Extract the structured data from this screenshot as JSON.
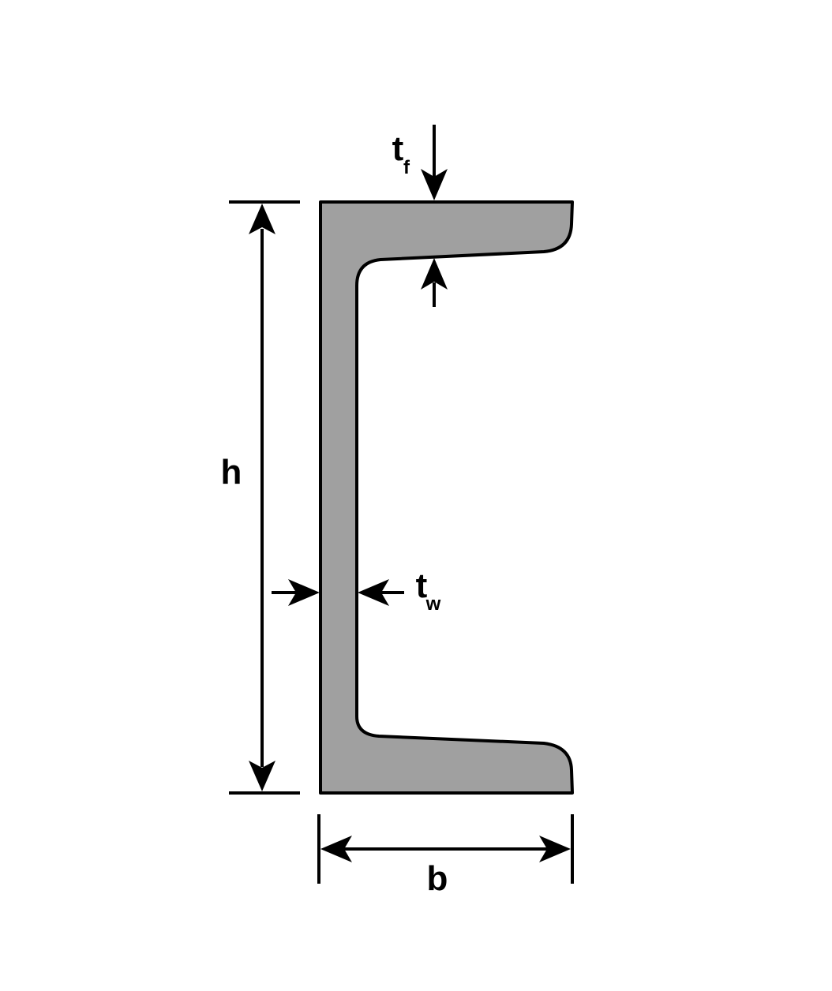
{
  "diagram": {
    "colors": {
      "section_fill": "#a0a0a0",
      "outline": "#000000",
      "background": "#ffffff"
    },
    "labels": {
      "height": "h",
      "width": "b",
      "flange_thickness_main": "t",
      "flange_thickness_sub": "f",
      "web_thickness_main": "t",
      "web_thickness_sub": "w"
    }
  }
}
